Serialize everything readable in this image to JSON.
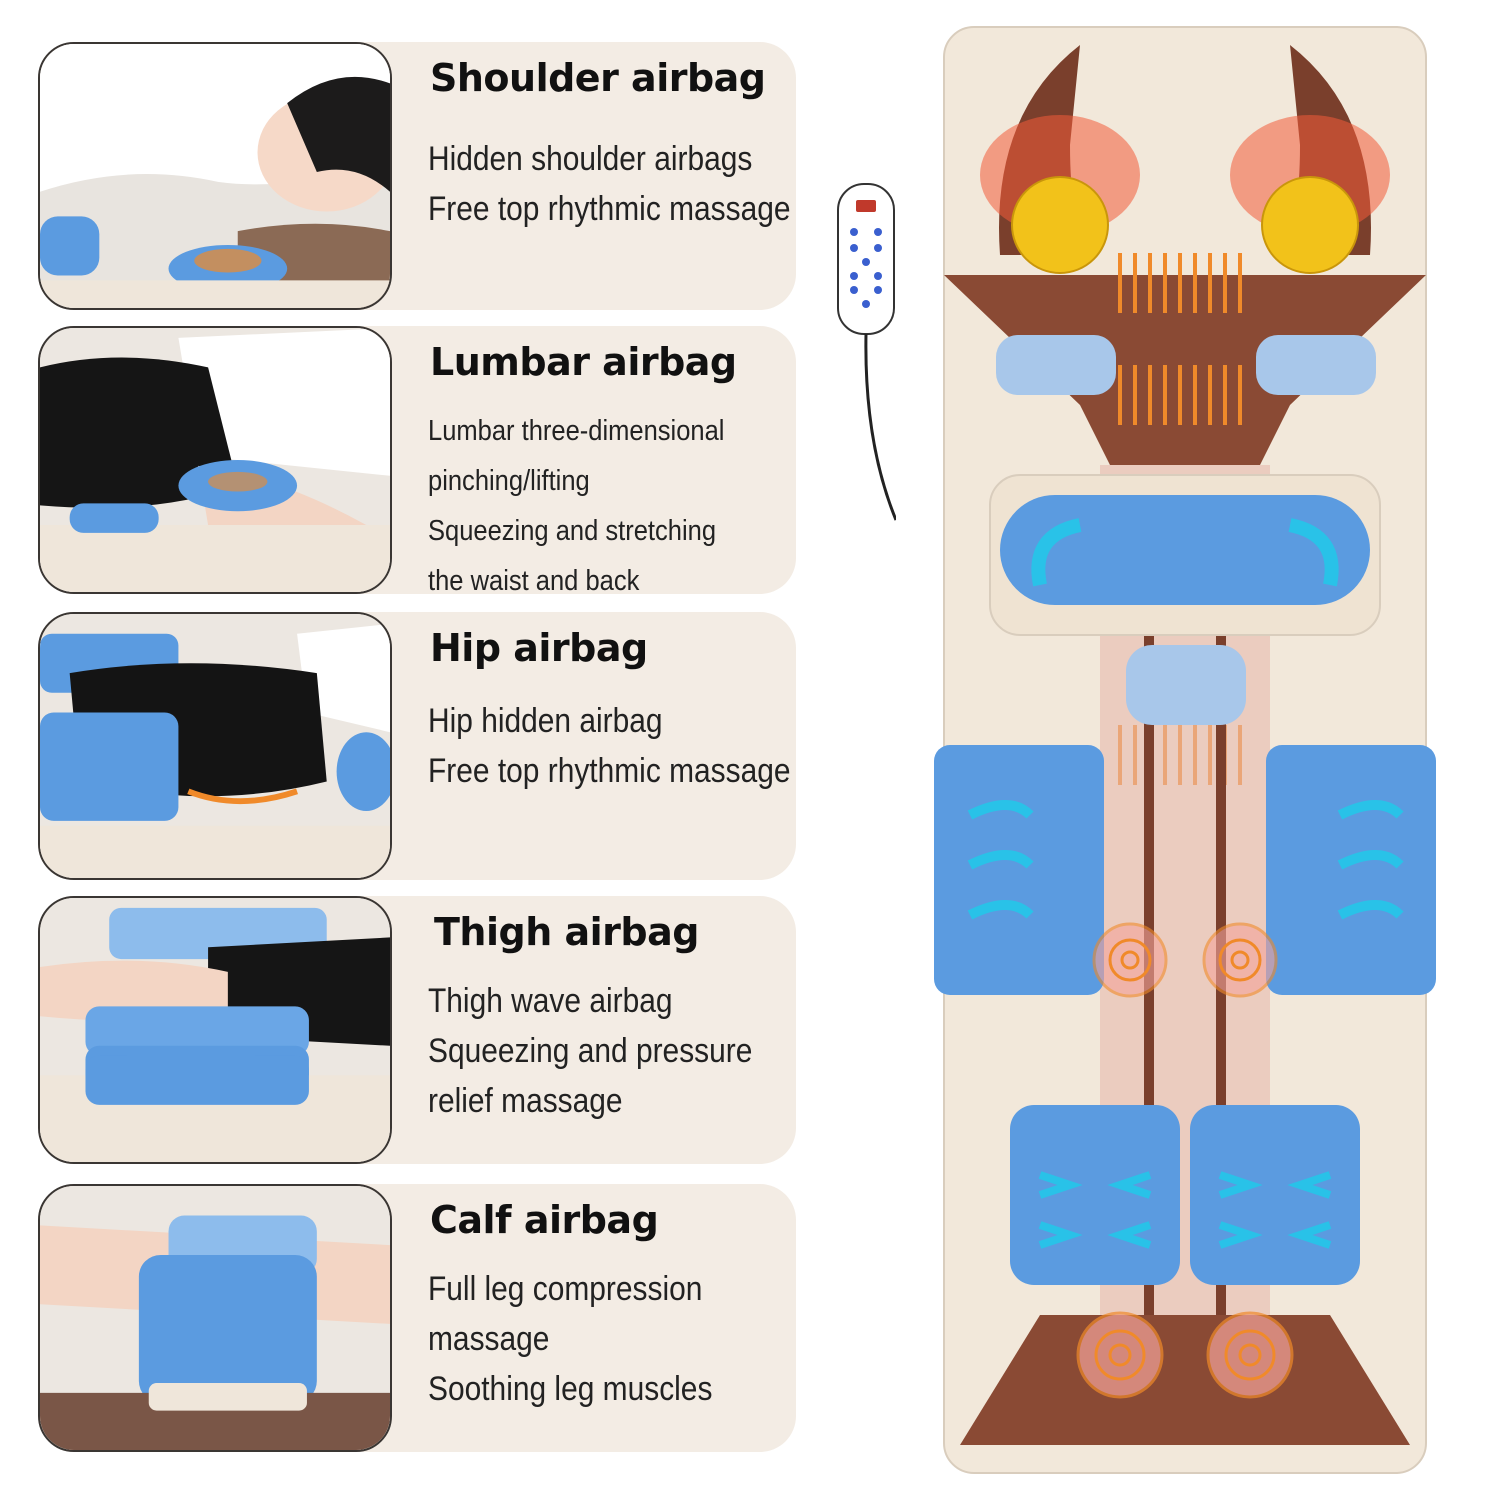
{
  "features": [
    {
      "title": "Shoulder airbag",
      "lines": [
        "Hidden shoulder airbags",
        "Free top rhythmic massage"
      ]
    },
    {
      "title": "Lumbar airbag",
      "lines": [
        "Lumbar three-dimensional",
        "pinching/lifting",
        "Squeezing and stretching",
        " the waist and back"
      ]
    },
    {
      "title": "Hip airbag",
      "lines": [
        "Hip hidden airbag",
        "Free top rhythmic massage"
      ]
    },
    {
      "title": "Thigh airbag",
      "lines": [
        "Thigh wave airbag",
        "Squeezing and pressure",
        "relief massage"
      ]
    },
    {
      "title": "Calf airbag",
      "lines": [
        "Full leg compression",
        "massage",
        "Soothing leg muscles"
      ]
    }
  ],
  "colors": {
    "card_bg": "#f3ece4",
    "airbag_blue": "#5b9be0",
    "arrow_cyan": "#29c2e8",
    "heat_orange": "#f08a2a",
    "mat_cream": "#f2e8da",
    "brown_trim": "#7a3f2c"
  }
}
